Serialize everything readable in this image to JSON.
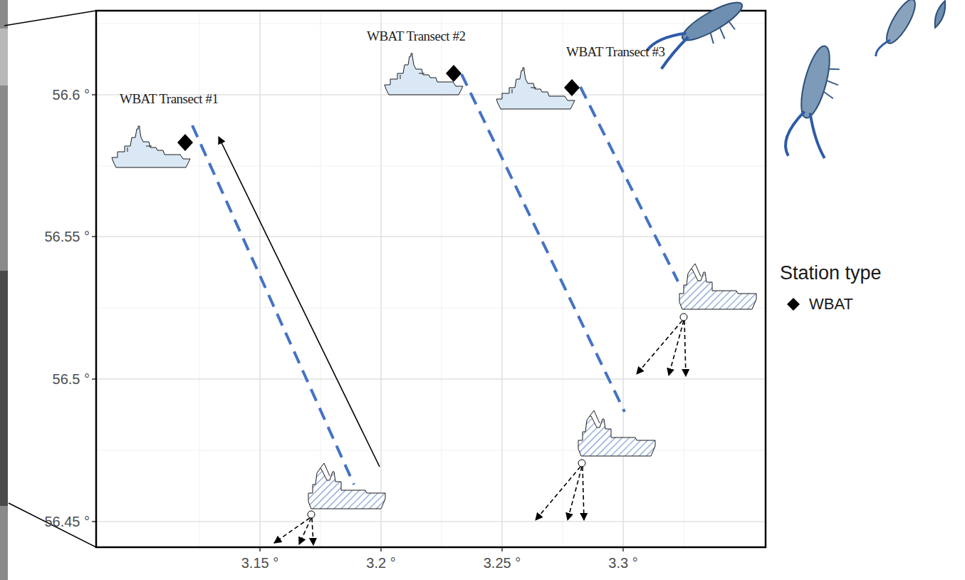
{
  "diagram": {
    "labels": [
      "WBAT Transect #1",
      "WBAT Transect #2",
      "WBAT Transect #3",
      "56.6 °",
      "56.55 °",
      "56.5 °",
      "56.45 °",
      "3.15 °",
      "3.2 °",
      "3.25 °",
      "3.3 °",
      "Station type"
    ],
    "legend": [
      {
        "text": "WBAT"
      }
    ]
  }
}
